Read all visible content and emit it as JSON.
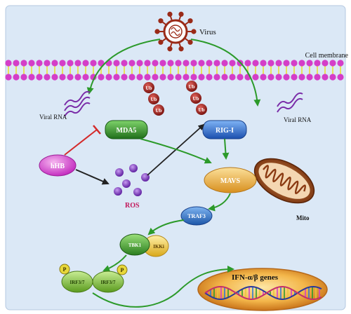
{
  "labels": {
    "virus": "Virus",
    "membrane": "Cell membrane",
    "viral_rna_left": "Viral RNA",
    "viral_rna_right": "Viral RNA",
    "mda5": "MDA5",
    "rigi": "RIG-I",
    "hhb": "hHB",
    "ros": "ROS",
    "mavs": "MAVS",
    "mito": "Mito",
    "traf3": "TRAF3",
    "tbk1": "TBK1",
    "ikki": "IKKi",
    "irf_a": "IRF3/7",
    "irf_b": "IRF3/7",
    "p_a": "P",
    "p_b": "P",
    "genes": "IFN-α/β genes",
    "ub": "Ub"
  },
  "colors": {
    "background": "#dbe8f6",
    "membrane_bead": "#d43ec8",
    "membrane_line": "#e9e25a",
    "activation_arrow": "#2c9a2a",
    "inhibition": "#d42a2a",
    "receptor": "#2a7a2a",
    "rigi": "#2f6fd6",
    "ub": "#a3201d",
    "hhb": "#e04fd8",
    "ros": "#8c3ad0",
    "mavs": "#f0b43a",
    "mito": "#a8541d",
    "traf3": "#2a74c8",
    "tbk1": "#3a9a2a",
    "ikki": "#f0c83c",
    "irf": "#86c23a",
    "phospho": "#e8d83a",
    "nucleus": "#e89c2a",
    "virus": "#9a2a18"
  }
}
